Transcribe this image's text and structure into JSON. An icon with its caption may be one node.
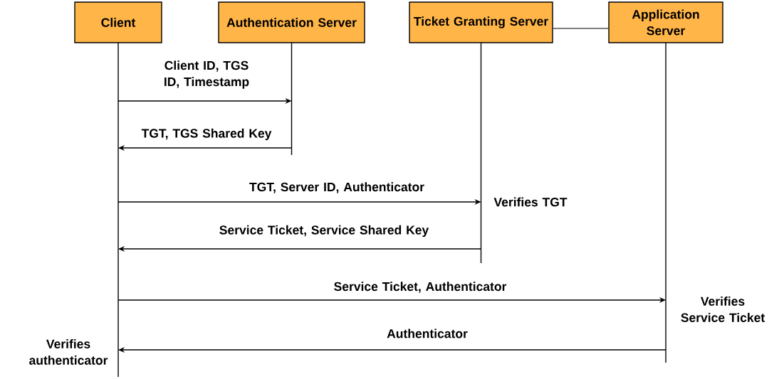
{
  "diagram": {
    "nodes": [
      {
        "text": [
          "Client"
        ]
      },
      {
        "text": [
          "Authentication Server"
        ]
      },
      {
        "text": [
          "Ticket Granting Server"
        ]
      },
      {
        "text": [
          "Application Server"
        ]
      }
    ],
    "edges": [
      {
        "from": 0,
        "to": 1,
        "arrow": "to",
        "label": "Client ID, TGS ID, Timestamp"
      },
      {
        "from": 1,
        "to": 0,
        "arrow": "to",
        "label": "TGT, TGS Shared Key"
      },
      {
        "from": 0,
        "to": 2,
        "arrow": "to",
        "label": "TGT,  Server ID, Authenticator"
      },
      {
        "from": 2,
        "to": 0,
        "arrow": "to",
        "label": "Service Ticket, Service Shared Key"
      },
      {
        "from": 0,
        "to": 3,
        "arrow": "to",
        "label": "Service Ticket, Authenticator"
      },
      {
        "from": 3,
        "to": 0,
        "arrow": "to",
        "label": "Authenticator"
      },
      {
        "from": 2,
        "to": 3,
        "arrow": "none"
      }
    ],
    "labels": [
      "Verifies TGT",
      "Verifies Service Ticket",
      "Verifies authenticator"
    ]
  }
}
